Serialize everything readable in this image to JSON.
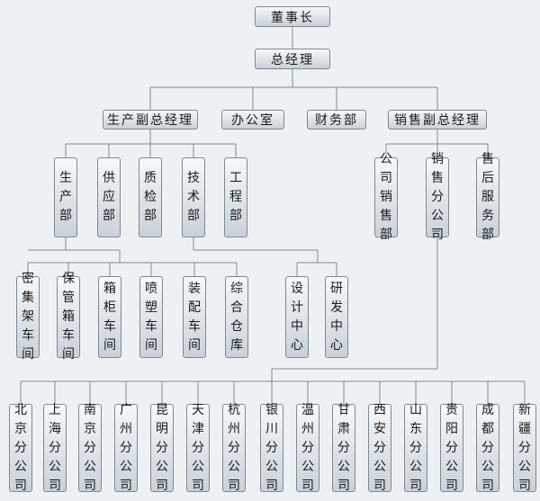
{
  "chairman": "董事长",
  "general_manager": "总经理",
  "vp_production": "生产副总经理",
  "office": "办公室",
  "finance": "财务部",
  "vp_sales": "销售副总经理",
  "production_depts": {
    "production": "生产部",
    "supply": "供应部",
    "quality": "质检部",
    "technology": "技术部",
    "engineering": "工程部"
  },
  "sales_depts": {
    "company_sales": "公司销售部",
    "sales_branch": "销售分公司",
    "after_sales": "售后服务部"
  },
  "workshops": [
    "密集架车间",
    "保管箱车间",
    "箱柜车间",
    "喷塑车间",
    "装配车间",
    "综合仓库"
  ],
  "tech_centers": [
    "设计中心",
    "研发中心"
  ],
  "branches": [
    "北京分公司",
    "上海分公司",
    "南京分公司",
    "广州分公司",
    "昆明分公司",
    "天津分公司",
    "杭州分公司",
    "银川分公司",
    "温州分公司",
    "甘肃分公司",
    "西安分公司",
    "山东分公司",
    "贵阳分公司",
    "成都分公司",
    "新疆分公司"
  ]
}
